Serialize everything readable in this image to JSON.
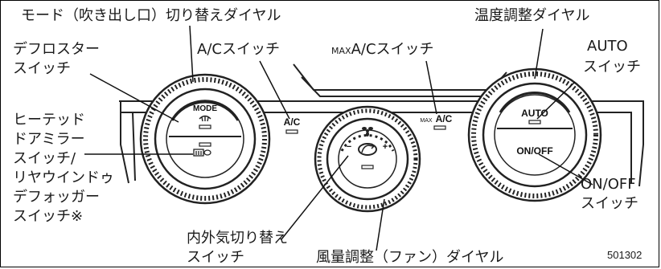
{
  "labels": {
    "mode_dial": "モード（吹き出し口）切り替えダイヤル",
    "defroster_1": "デフロスター",
    "defroster_2": "スイッチ",
    "ac_switch": "A/Cスイッチ",
    "max_prefix": "MAX",
    "max_ac_switch": "A/Cスイッチ",
    "temp_dial": "温度調整ダイヤル",
    "auto_1": "AUTO",
    "auto_2": "スイッチ",
    "heated_1": "ヒーテッド",
    "heated_2": "ドアミラー",
    "heated_3": "スイッチ/",
    "heated_4": "リヤウインドゥ",
    "heated_5": "デフォッガー",
    "heated_6": "スイッチ※",
    "onoff_1": "ON/OFF",
    "onoff_2": "スイッチ",
    "recirc_1": "内外気切り替え",
    "recirc_2": "スイッチ",
    "fan_dial": "風量調整（ファン）ダイヤル",
    "figure_code": "501302"
  },
  "panel": {
    "mode_text": "MODE",
    "ac_text": "A/C",
    "max_text": "MAX",
    "max_ac_text": "A/C",
    "auto_text": "AUTO",
    "onoff_text": "ON/OFF",
    "minus_text": "−",
    "plus_text": "+"
  }
}
